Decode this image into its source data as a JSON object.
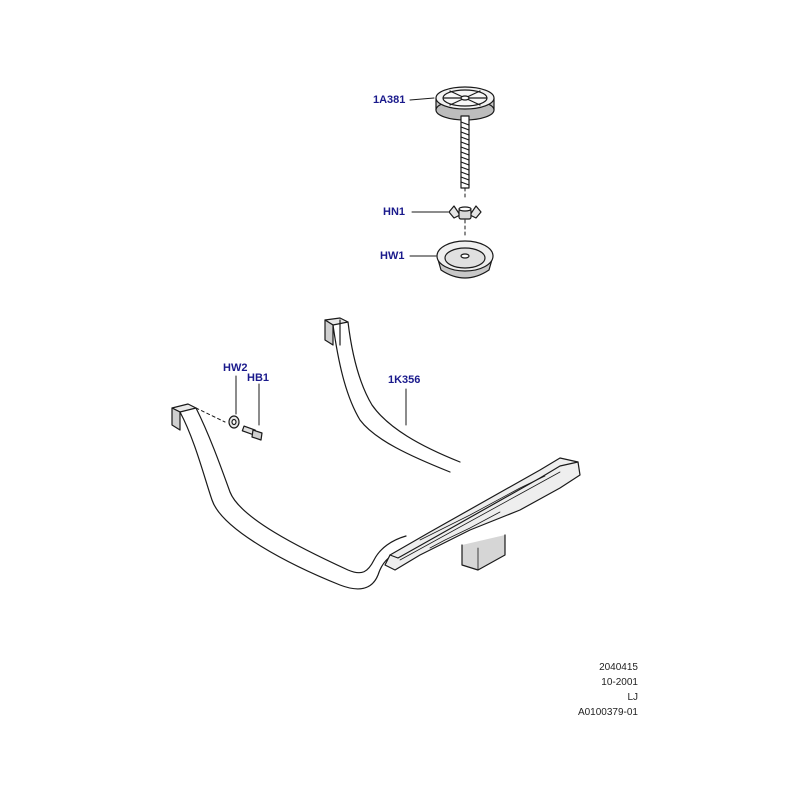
{
  "callouts": {
    "jack_clamp_disc": "1A381",
    "wing_nut": "HN1",
    "cup_washer": "HW1",
    "washer": "HW2",
    "bolt": "HB1",
    "jack_bracket": "1K356"
  },
  "reference": {
    "line1": "2040415",
    "line2": "10-2001",
    "line3": "LJ",
    "line4": "A0100379-01"
  },
  "colors": {
    "callout_text": "#1a1a8c",
    "line_art": "#1a1a1a",
    "part_fill": "#f2f2f2",
    "part_shade": "#c8c8c8",
    "background": "#ffffff"
  }
}
